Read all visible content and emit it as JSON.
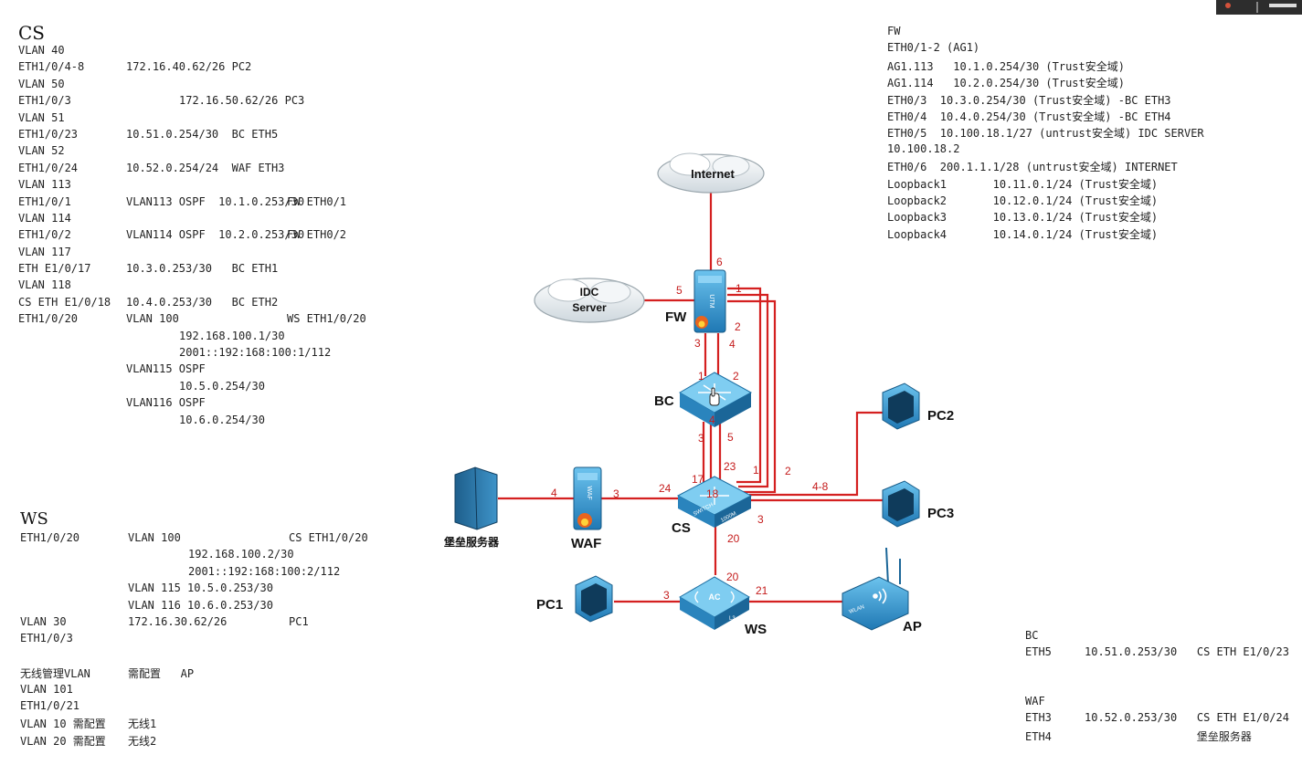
{
  "cs": {
    "title": "CS",
    "rows": [
      [
        "VLAN 40",
        "",
        "",
        ""
      ],
      [
        "ETH1/0/4-8",
        "172.16.40.62/26 PC2",
        "",
        ""
      ],
      [
        "VLAN 50",
        "",
        "",
        ""
      ],
      [
        "ETH1/0/3",
        "",
        "172.16.50.62/26 PC3",
        ""
      ],
      [
        "VLAN 51",
        "",
        "",
        ""
      ],
      [
        "ETH1/0/23",
        "10.51.0.254/30  BC ETH5",
        "",
        ""
      ],
      [
        "VLAN 52",
        "",
        "",
        ""
      ],
      [
        "ETH1/0/24",
        "10.52.0.254/24  WAF ETH3",
        "",
        ""
      ],
      [
        "VLAN 113",
        "",
        "",
        ""
      ],
      [
        "ETH1/0/1",
        "VLAN113 OSPF  10.1.0.253/30",
        "",
        "FW ETH0/1"
      ],
      [
        "VLAN 114",
        "",
        "",
        ""
      ],
      [
        "ETH1/0/2",
        "VLAN114 OSPF  10.2.0.253/30",
        "",
        "FW ETH0/2"
      ],
      [
        "VLAN 117",
        "",
        "",
        ""
      ],
      [
        "ETH E1/0/17",
        "10.3.0.253/30   BC ETH1",
        "",
        ""
      ],
      [
        "VLAN 118",
        "",
        "",
        ""
      ],
      [
        "CS ETH E1/0/18",
        "10.4.0.253/30   BC ETH2",
        "",
        ""
      ],
      [
        "ETH1/0/20",
        "VLAN 100",
        "",
        "WS ETH1/0/20"
      ],
      [
        "",
        "",
        "192.168.100.1/30",
        ""
      ],
      [
        "",
        "",
        "2001::192:168:100:1/112",
        ""
      ],
      [
        "",
        "VLAN115 OSPF",
        "",
        ""
      ],
      [
        "",
        "",
        "10.5.0.254/30",
        ""
      ],
      [
        "",
        "VLAN116 OSPF",
        "",
        ""
      ],
      [
        "",
        "",
        "10.6.0.254/30",
        ""
      ]
    ]
  },
  "ws": {
    "title": "WS",
    "rows": [
      [
        "ETH1/0/20",
        "VLAN 100",
        "",
        "CS ETH1/0/20"
      ],
      [
        "",
        "",
        "192.168.100.2/30",
        ""
      ],
      [
        "",
        "",
        "2001::192:168:100:2/112",
        ""
      ],
      [
        "",
        "VLAN 115 10.5.0.253/30",
        "",
        ""
      ],
      [
        "",
        "VLAN 116 10.6.0.253/30",
        "",
        ""
      ],
      [
        "VLAN 30",
        "172.16.30.62/26",
        "",
        "PC1"
      ],
      [
        "ETH1/0/3",
        "",
        "",
        ""
      ],
      [
        "",
        "",
        "",
        ""
      ],
      [
        "无线管理VLAN",
        "需配置   AP",
        "",
        ""
      ],
      [
        "VLAN 101",
        "",
        "",
        ""
      ],
      [
        "ETH1/0/21",
        "",
        "",
        ""
      ],
      [
        "VLAN 10 需配置",
        "无线1",
        "",
        ""
      ],
      [
        "VLAN 20 需配置",
        "无线2",
        "",
        ""
      ]
    ]
  },
  "fw": {
    "lines": [
      "FW",
      "ETH0/1-2 (AG1)",
      "AG1.113   10.1.0.254/30 (Trust安全域)",
      "AG1.114   10.2.0.254/30 (Trust安全域)",
      "ETH0/3  10.3.0.254/30 (Trust安全域) -BC ETH3",
      "ETH0/4  10.4.0.254/30 (Trust安全域) -BC ETH4",
      "ETH0/5  10.100.18.1/27 (untrust安全域) IDC SERVER",
      "10.100.18.2",
      "ETH0/6  200.1.1.1/28 (untrust安全域) INTERNET",
      "Loopback1       10.11.0.1/24 (Trust安全域)",
      "Loopback2       10.12.0.1/24 (Trust安全域)",
      "Loopback3       10.13.0.1/24 (Trust安全域)",
      "Loopback4       10.14.0.1/24 (Trust安全域)"
    ]
  },
  "bc": {
    "lines": [
      "BC",
      "ETH5     10.51.0.253/30   CS ETH E1/0/23"
    ]
  },
  "waf": {
    "lines": [
      "WAF",
      "ETH3     10.52.0.253/30   CS ETH E1/0/24",
      "ETH4                      堡垒服务器"
    ]
  },
  "diagram": {
    "link_color": "#d42020",
    "device_color": "#2e8fc9",
    "internet": "Internet",
    "idc": [
      "IDC",
      "Server"
    ],
    "labels": {
      "fw": "FW",
      "bc": "BC",
      "cs": "CS",
      "waf": "WAF",
      "ws": "WS",
      "pc1": "PC1",
      "pc2": "PC2",
      "pc3": "PC3",
      "ap": "AP",
      "bastion": "堡垒服务器"
    },
    "device_text": {
      "fw": "UTM",
      "cs_1": "SWITCH",
      "cs_2": "1000M",
      "ws": "AC",
      "ws_2": "L3",
      "ap": "WLAN",
      "waf": "WAF"
    },
    "ports": {
      "fw_6": "6",
      "fw_5": "5",
      "fw_1": "1",
      "fw_2": "2",
      "fw_3": "3",
      "fw_4": "4",
      "bc_1": "1",
      "bc_2": "2",
      "bc_4": "4",
      "bc_3": "3",
      "bc_5": "5",
      "cs_23": "23",
      "cs_1": "1",
      "cs_2": "2",
      "cs_48": "4-8",
      "cs_24": "24",
      "cs_17": "17",
      "cs_18": "18",
      "cs_3": "3",
      "cs_20": "20",
      "waf_4": "4",
      "waf_3": "3",
      "ws_20": "20",
      "ws_3": "3",
      "ws_21": "21"
    }
  }
}
